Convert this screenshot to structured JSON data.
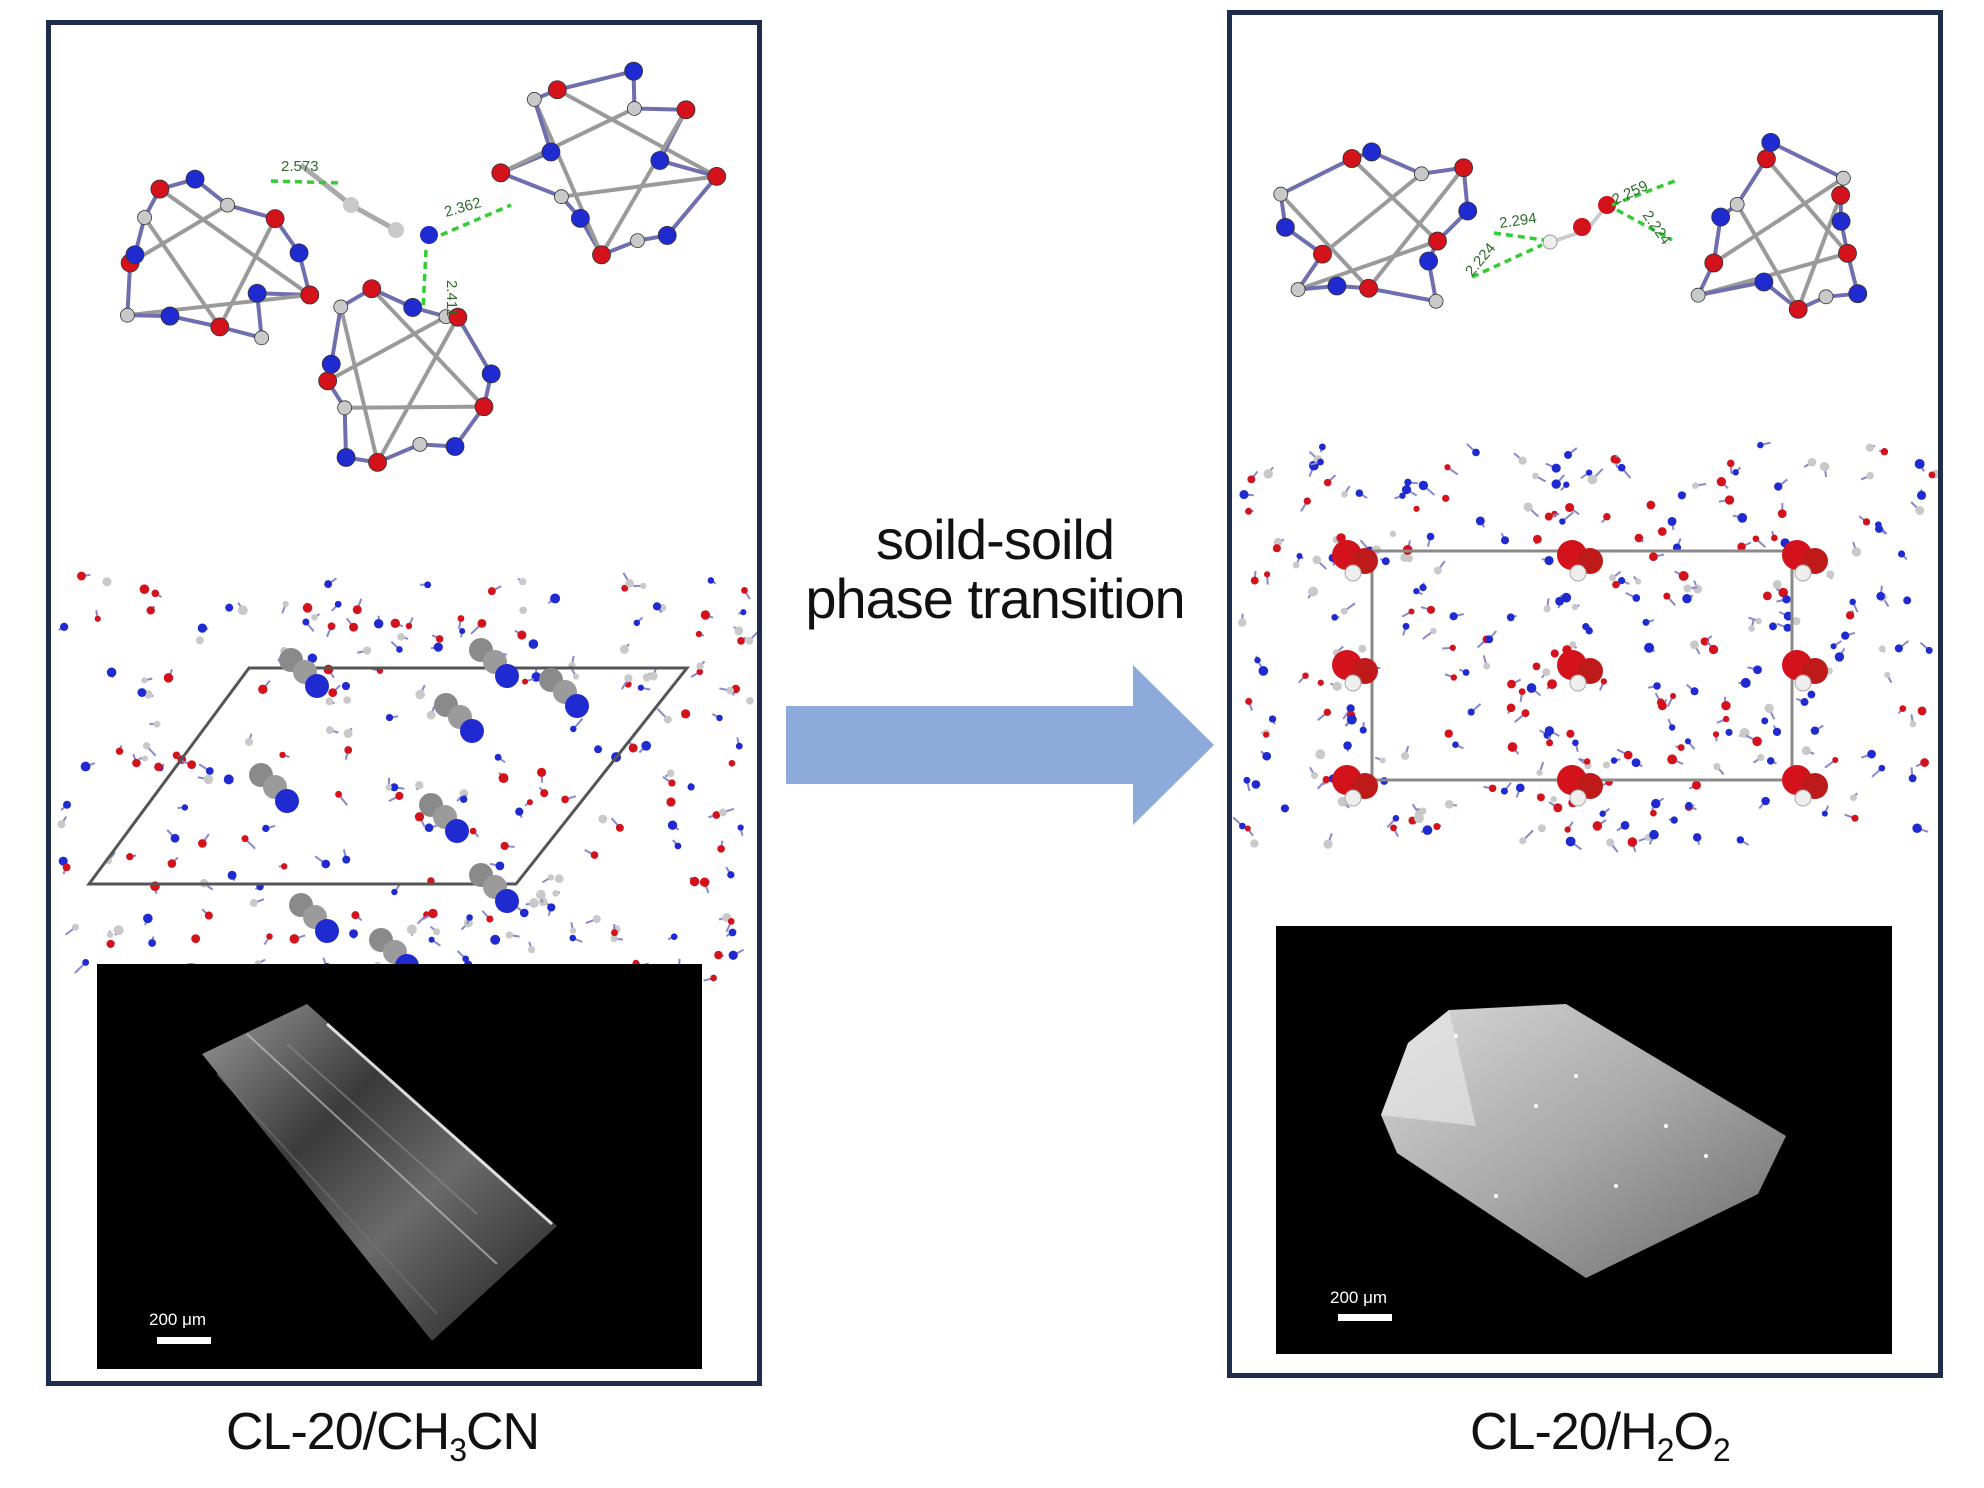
{
  "left_panel": {
    "hbond_labels": [
      "2.573",
      "2.362",
      "2.411"
    ],
    "micrograph": {
      "scale_label": "200 μm"
    },
    "caption": {
      "prefix": "CL-20/CH",
      "sub1": "3",
      "suffix": "CN"
    }
  },
  "right_panel": {
    "hbond_labels": [
      "2.294",
      "2.224",
      "2.259",
      "2.224"
    ],
    "micrograph": {
      "scale_label": "200 μm"
    },
    "caption": {
      "prefix": "CL-20/H",
      "sub1": "2",
      "mid": "O",
      "sub2": "2"
    }
  },
  "arrow": {
    "label_line1": "soild-soild",
    "label_line2": "phase transition",
    "color": "#8eaadb"
  },
  "colors": {
    "nitrogen": "#1f2bd1",
    "oxygen": "#d3121c",
    "carbon": "#c9c9c9",
    "hydrogen": "#eeeeee",
    "hbond": "#33cc33",
    "frame": "#1f2d4d"
  }
}
